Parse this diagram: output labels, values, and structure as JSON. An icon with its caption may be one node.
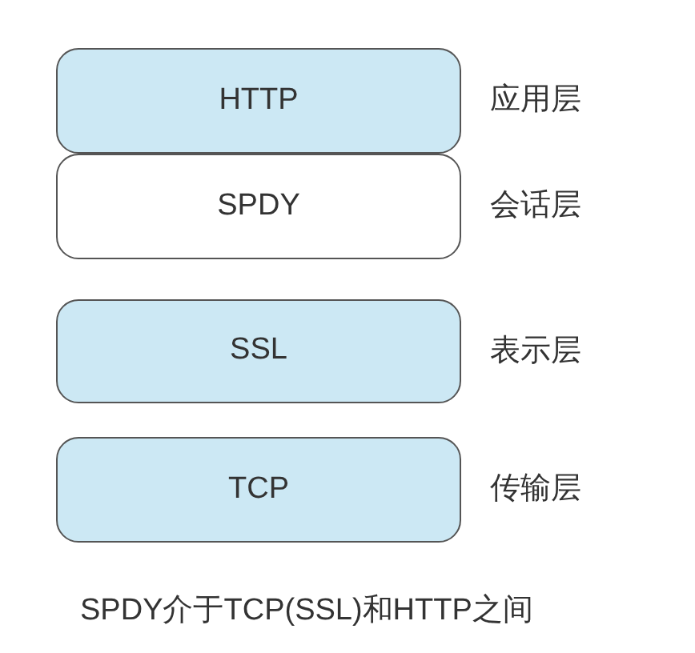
{
  "diagram": {
    "caption": "SPDY介于TCP(SSL)和HTTP之间",
    "nodes": [
      {
        "text": [
          "HTTP"
        ],
        "beside": [
          "应用层"
        ]
      },
      {
        "text": [
          "SPDY"
        ],
        "beside": [
          "会话层"
        ]
      },
      {
        "text": [
          "SSL"
        ],
        "beside": [
          "表示层"
        ]
      },
      {
        "text": [
          "TCP"
        ],
        "beside": [
          "传输层"
        ]
      }
    ]
  }
}
